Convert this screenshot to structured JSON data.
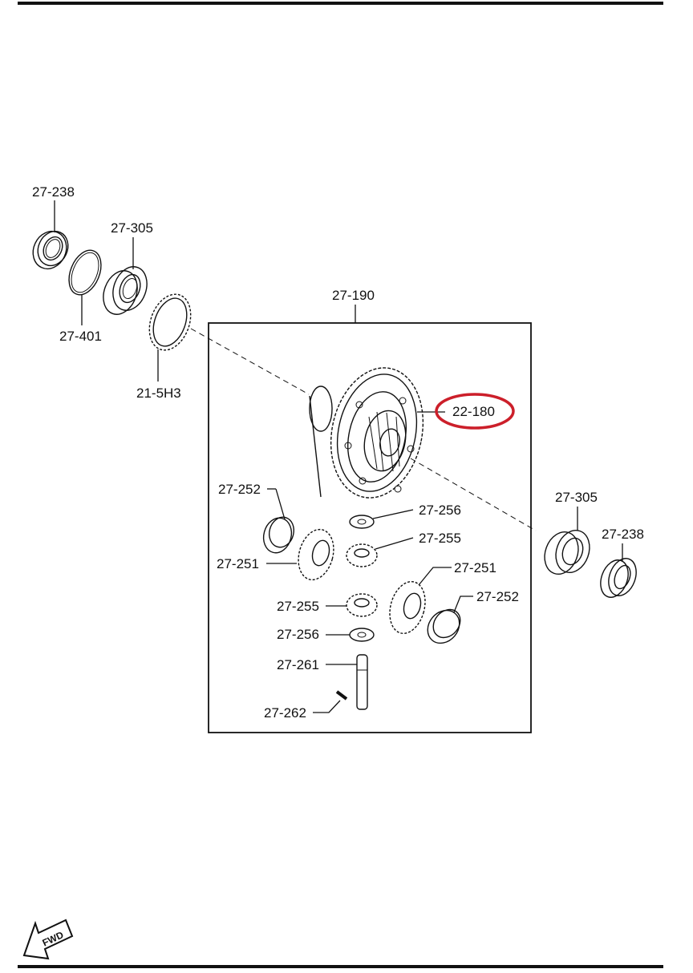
{
  "labels": {
    "p27_238_top": "27-238",
    "p27_305_top": "27-305",
    "p27_401": "27-401",
    "p21_5H3": "21-5H3",
    "p27_190": "27-190",
    "p22_180": "22-180",
    "p27_252_left": "27-252",
    "p27_256_top": "27-256",
    "p27_255_right": "27-255",
    "p27_251_left": "27-251",
    "p27_251_right": "27-251",
    "p27_252_right": "27-252",
    "p27_255_left": "27-255",
    "p27_256_bottom": "27-256",
    "p27_261": "27-261",
    "p27_262": "27-262",
    "p27_305_right": "27-305",
    "p27_238_right": "27-238"
  },
  "fwd_indicator": "FWD",
  "highlight": {
    "part": "22-180",
    "color": "#cc1f2a"
  },
  "colors": {
    "line": "#111111",
    "background": "#ffffff"
  }
}
